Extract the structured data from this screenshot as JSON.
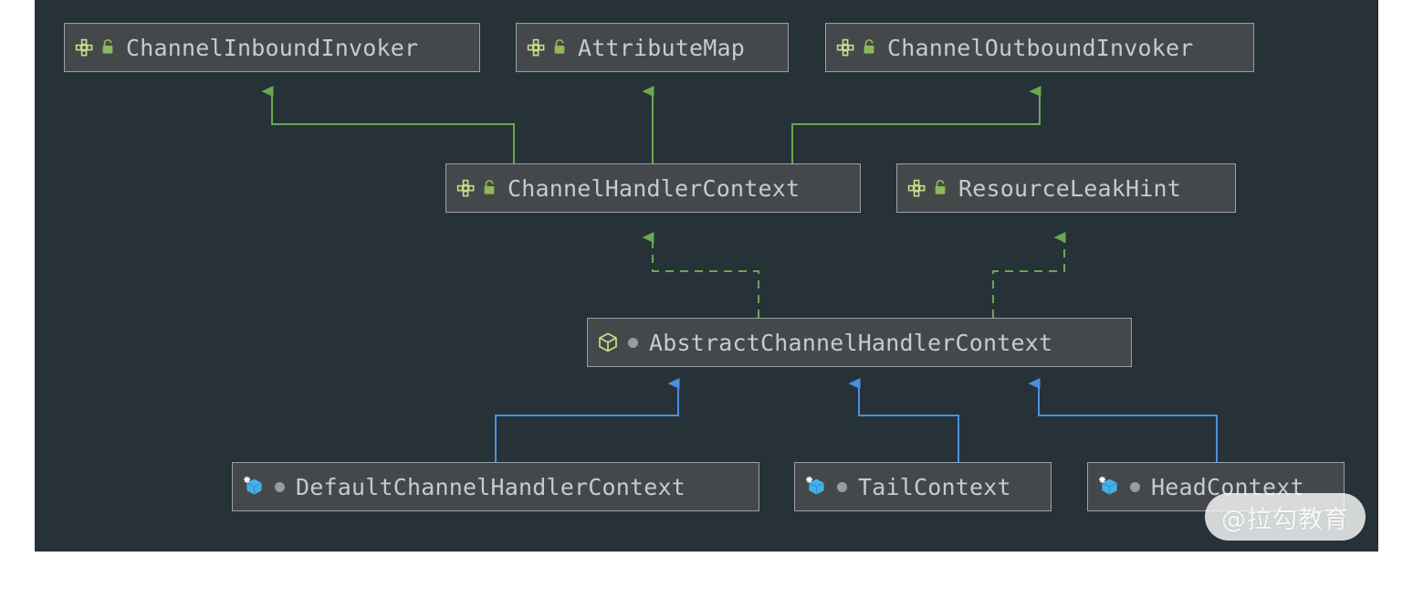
{
  "diagram": {
    "title": "Netty ChannelHandlerContext class hierarchy",
    "canvas_bg": "#263238",
    "page_bg": "#ffffff",
    "node_fill": "#45484a",
    "node_border": "#9aa0a6",
    "label_color": "#c3cbd6",
    "interface_edge_color": "#6aa84f",
    "implements_edge_color": "#6aa84f",
    "extends_edge_color": "#4a90e2"
  },
  "nodes": {
    "channel_inbound_invoker": {
      "label": "ChannelInboundInvoker",
      "kind": "interface",
      "icon": "interface-icon",
      "modifier_icon": "unlocked-public-icon"
    },
    "attribute_map": {
      "label": "AttributeMap",
      "kind": "interface",
      "icon": "interface-icon",
      "modifier_icon": "unlocked-public-icon"
    },
    "channel_outbound_invoker": {
      "label": "ChannelOutboundInvoker",
      "kind": "interface",
      "icon": "interface-icon",
      "modifier_icon": "unlocked-public-icon"
    },
    "channel_handler_context": {
      "label": "ChannelHandlerContext",
      "kind": "interface",
      "icon": "interface-icon",
      "modifier_icon": "unlocked-public-icon"
    },
    "resource_leak_hint": {
      "label": "ResourceLeakHint",
      "kind": "interface",
      "icon": "interface-icon",
      "modifier_icon": "unlocked-public-icon"
    },
    "abstract_channel_handler_context": {
      "label": "AbstractChannelHandlerContext",
      "kind": "abstract-class",
      "icon": "abstract-class-cube-icon",
      "modifier_icon": "package-private-dot-icon"
    },
    "default_channel_handler_context": {
      "label": "DefaultChannelHandlerContext",
      "kind": "class",
      "icon": "class-cube-icon",
      "modifier_icon": "package-private-dot-icon"
    },
    "tail_context": {
      "label": "TailContext",
      "kind": "class",
      "icon": "class-cube-icon",
      "modifier_icon": "package-private-dot-icon"
    },
    "head_context": {
      "label": "HeadContext",
      "kind": "class",
      "icon": "class-cube-icon",
      "modifier_icon": "package-private-dot-icon"
    }
  },
  "edges": [
    {
      "from": "channel_handler_context",
      "to": "channel_inbound_invoker",
      "style": "solid",
      "color": "#6aa84f",
      "relation": "extends-interface"
    },
    {
      "from": "channel_handler_context",
      "to": "attribute_map",
      "style": "solid",
      "color": "#6aa84f",
      "relation": "extends-interface"
    },
    {
      "from": "channel_handler_context",
      "to": "channel_outbound_invoker",
      "style": "solid",
      "color": "#6aa84f",
      "relation": "extends-interface"
    },
    {
      "from": "abstract_channel_handler_context",
      "to": "channel_handler_context",
      "style": "dashed",
      "color": "#6aa84f",
      "relation": "implements"
    },
    {
      "from": "abstract_channel_handler_context",
      "to": "resource_leak_hint",
      "style": "dashed",
      "color": "#6aa84f",
      "relation": "implements"
    },
    {
      "from": "default_channel_handler_context",
      "to": "abstract_channel_handler_context",
      "style": "solid",
      "color": "#4a90e2",
      "relation": "extends-class"
    },
    {
      "from": "tail_context",
      "to": "abstract_channel_handler_context",
      "style": "solid",
      "color": "#4a90e2",
      "relation": "extends-class"
    },
    {
      "from": "head_context",
      "to": "abstract_channel_handler_context",
      "style": "solid",
      "color": "#4a90e2",
      "relation": "extends-class"
    }
  ],
  "watermark": {
    "text": "@拉勾教育"
  }
}
